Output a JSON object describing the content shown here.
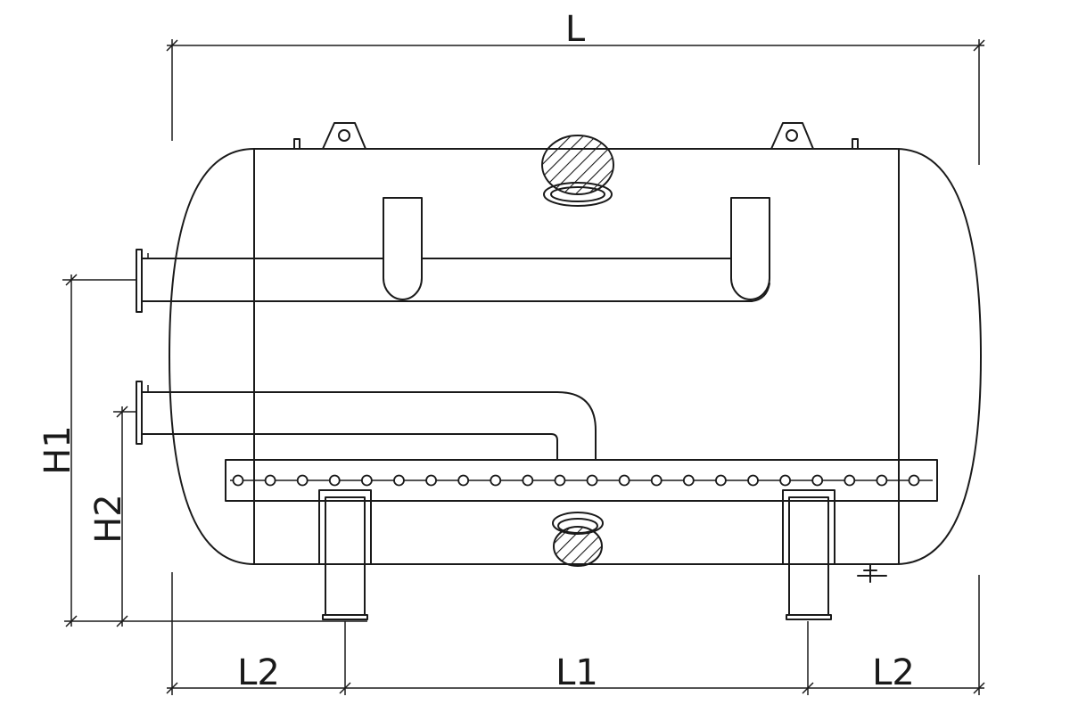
{
  "diagram": {
    "subject": "horizontal-pressure-tank",
    "line_color": "#1a1a1a",
    "background": "#ffffff",
    "labels": {
      "overall_length": "L",
      "support_spacing": "L1",
      "end_distance_left": "L2",
      "end_distance_right": "L2",
      "upper_nozzle_height": "H1",
      "lower_nozzle_height": "H2"
    },
    "components": {
      "manway_top": "hatched-manway",
      "manway_bottom": "hatched-manway",
      "lifting_lugs": 2,
      "saddle_supports": 2,
      "distributor_holes": 22
    }
  }
}
